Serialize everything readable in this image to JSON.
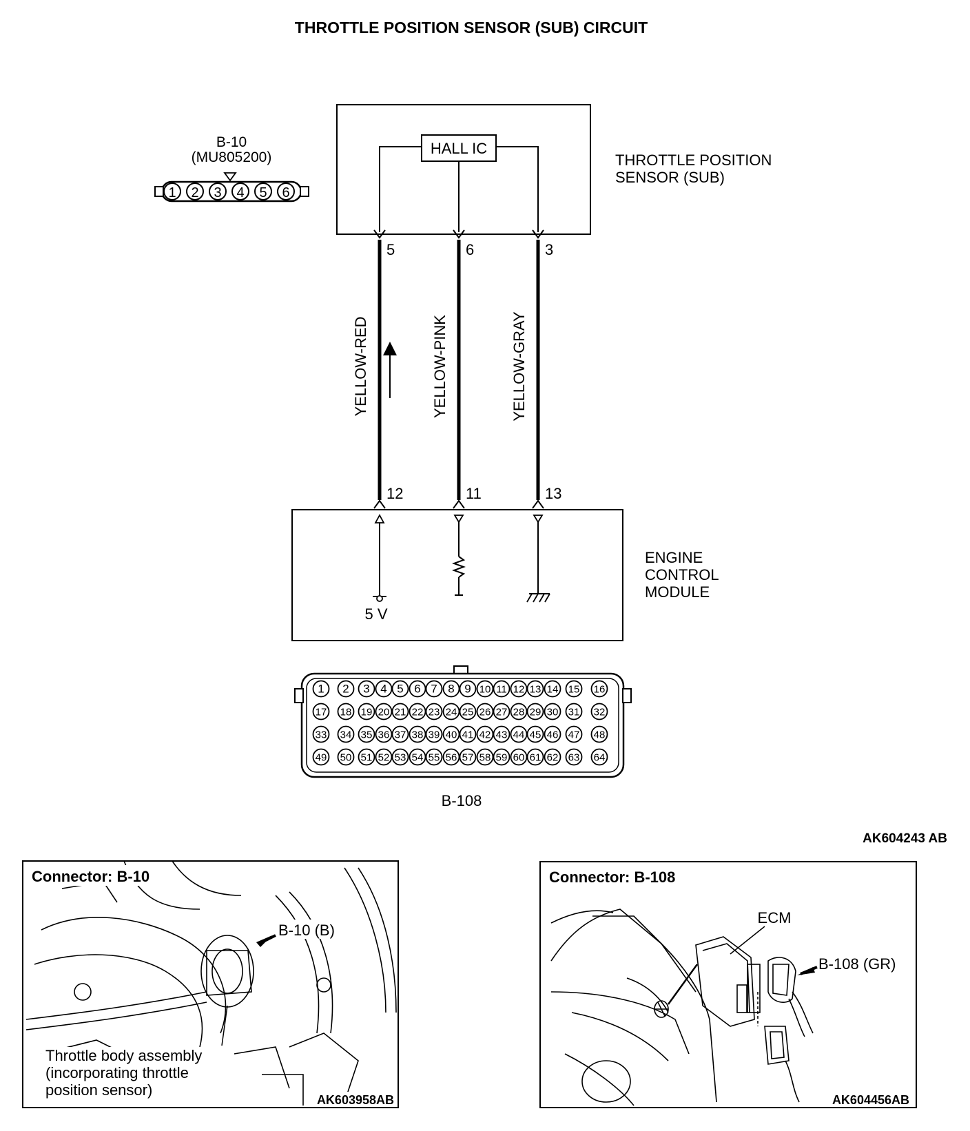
{
  "title": "THROTTLE POSITION SENSOR (SUB) CIRCUIT",
  "sensor": {
    "label_line1": "THROTTLE POSITION",
    "label_line2": "SENSOR (SUB)",
    "ic_label": "HALL IC"
  },
  "connector_b10": {
    "id": "B-10",
    "part": "(MU805200)",
    "pins": [
      "1",
      "2",
      "3",
      "4",
      "5",
      "6"
    ]
  },
  "wires": [
    {
      "sensor_pin": "5",
      "ecm_pin": "12",
      "color": "YELLOW-RED"
    },
    {
      "sensor_pin": "6",
      "ecm_pin": "11",
      "color": "YELLOW-PINK"
    },
    {
      "sensor_pin": "3",
      "ecm_pin": "13",
      "color": "YELLOW-GRAY"
    }
  ],
  "ecm": {
    "label_line1": "ENGINE",
    "label_line2": "CONTROL",
    "label_line3": "MODULE",
    "supply_label": "5 V"
  },
  "connector_b108": {
    "id": "B-108",
    "rows": [
      [
        "1",
        "2",
        "3",
        "4",
        "5",
        "6",
        "7",
        "8",
        "9",
        "10",
        "11",
        "12",
        "13",
        "14",
        "15",
        "16"
      ],
      [
        "17",
        "18",
        "19",
        "20",
        "21",
        "22",
        "23",
        "24",
        "25",
        "26",
        "27",
        "28",
        "29",
        "30",
        "31",
        "32"
      ],
      [
        "33",
        "34",
        "35",
        "36",
        "37",
        "38",
        "39",
        "40",
        "41",
        "42",
        "43",
        "44",
        "45",
        "46",
        "47",
        "48"
      ],
      [
        "49",
        "50",
        "51",
        "52",
        "53",
        "54",
        "55",
        "56",
        "57",
        "58",
        "59",
        "60",
        "61",
        "62",
        "63",
        "64"
      ]
    ]
  },
  "figure_code": "AK604243 AB",
  "panel_left": {
    "heading": "Connector: B-10",
    "callout": "B-10 (B)",
    "caption_line1": "Throttle body assembly",
    "caption_line2": "(incorporating throttle",
    "caption_line3": "position sensor)",
    "code": "AK603958AB"
  },
  "panel_right": {
    "heading": "Connector: B-108",
    "ecm_label": "ECM",
    "callout": "B-108 (GR)",
    "code": "AK604456AB"
  }
}
